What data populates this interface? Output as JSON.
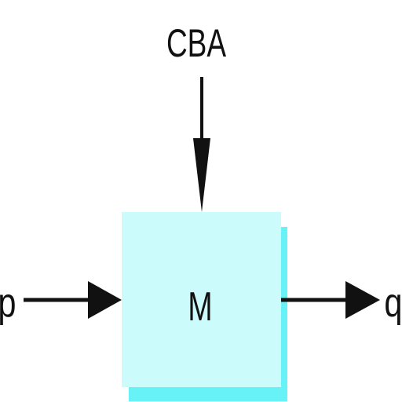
{
  "diagram": {
    "control_label": "CBA",
    "block_label": "M",
    "input_label": "p",
    "output_label": "q"
  },
  "colors": {
    "block_fill": "#ccfbfc",
    "block_shadow": "#66f2f6",
    "arrow": "#111111",
    "background": "#ffffff"
  }
}
